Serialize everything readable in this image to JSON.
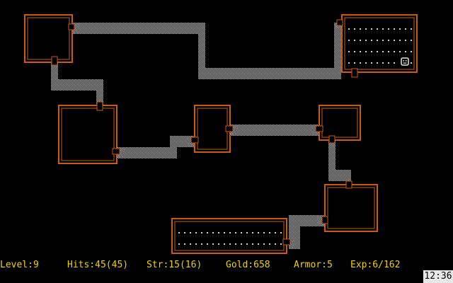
{
  "status_bar": {
    "level": "Level:9",
    "hits": "Hits:45(45)",
    "str": "Str:15(16)",
    "gold": "Gold:658",
    "armor": "Armor:5",
    "exp": "Exp:6/162"
  },
  "clock": "12:36",
  "colors": {
    "wall": "#c45c1a",
    "passage": "#c8c8c8",
    "floor_dot": "#cfcfcf",
    "status_text": "#f0d200",
    "player": "#e8e8e8"
  },
  "icons": {
    "player": "rogue-player-icon"
  }
}
